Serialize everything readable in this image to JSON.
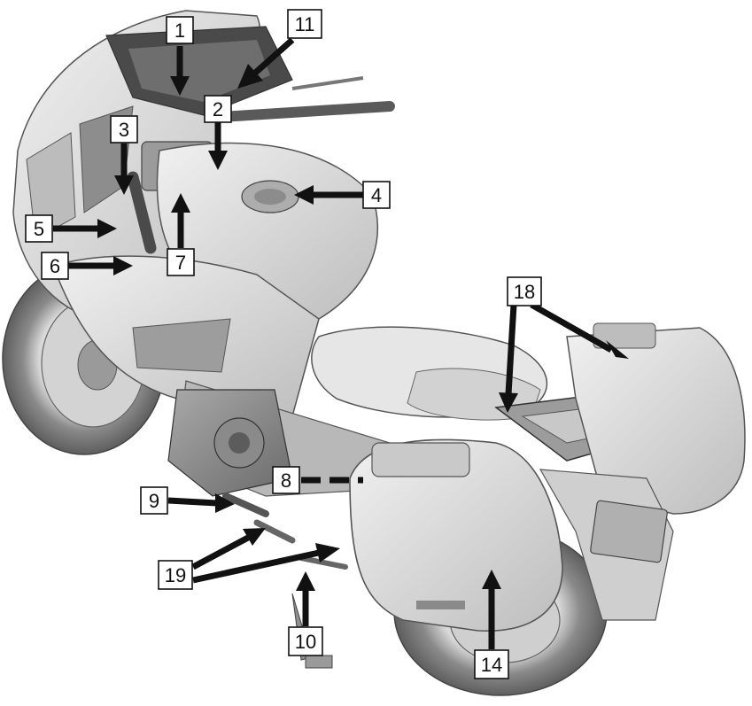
{
  "callouts": {
    "c1": "1",
    "c2": "2",
    "c3": "3",
    "c4": "4",
    "c5": "5",
    "c6": "6",
    "c7": "7",
    "c8": "8",
    "c9": "9",
    "c10": "10",
    "c11": "11",
    "c14": "14",
    "c18": "18",
    "c19": "19"
  },
  "colors": {
    "ink": "#111111",
    "body_light": "#e4e4e4",
    "body_mid": "#c6c6c6",
    "body_dark": "#8c8c8c",
    "tyre": "#6f6f6f"
  }
}
